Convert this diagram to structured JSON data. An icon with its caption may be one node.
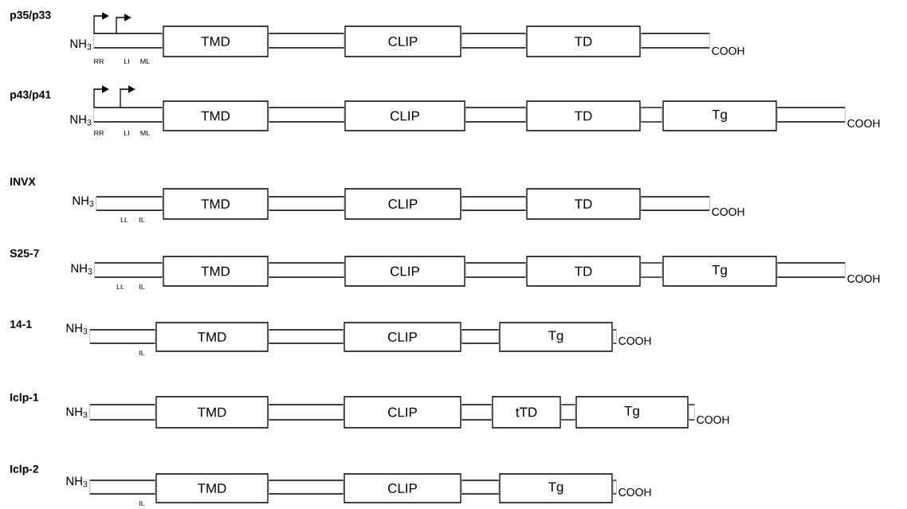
{
  "diagram": {
    "nodes": [
      {
        "text": [
          "NH$_{3}$"
        ]
      },
      {
        "text": [
          "TMD"
        ]
      },
      {
        "text": [
          "CLIP"
        ]
      },
      {
        "text": [
          "TD"
        ]
      },
      {
        "text": [
          "COOH"
        ]
      },
      {
        "text": [
          "NH$_{3}$"
        ]
      },
      {
        "text": [
          "TMD"
        ]
      },
      {
        "text": [
          "CLIP"
        ]
      },
      {
        "text": [
          "TD"
        ]
      },
      {
        "text": [
          "Tg"
        ]
      },
      {
        "text": [
          "COOH"
        ]
      },
      {
        "text": [
          "NH$_{3}$"
        ]
      },
      {
        "text": [
          "TMD"
        ]
      },
      {
        "text": [
          "CLIP"
        ]
      },
      {
        "text": [
          "TD"
        ]
      },
      {
        "text": [
          "COOH"
        ]
      },
      {
        "text": [
          "NH$_{3}$"
        ]
      },
      {
        "text": [
          "TMD"
        ]
      },
      {
        "text": [
          "CLIP"
        ]
      },
      {
        "text": [
          "TD"
        ]
      },
      {
        "text": [
          "Tg"
        ]
      },
      {
        "text": [
          "COOH"
        ]
      },
      {
        "text": [
          "NH$_{3}$"
        ]
      },
      {
        "text": [
          "TMD"
        ]
      },
      {
        "text": [
          "CLIP"
        ]
      },
      {
        "text": [
          "Tg"
        ]
      },
      {
        "text": [
          "COOH"
        ]
      },
      {
        "text": [
          "NH$_{3}$"
        ]
      },
      {
        "text": [
          "TMD"
        ]
      },
      {
        "text": [
          "CLIP"
        ]
      },
      {
        "text": [
          "tTD"
        ]
      },
      {
        "text": [
          "Tg"
        ]
      },
      {
        "text": [
          "COOH"
        ]
      },
      {
        "text": [
          "NH$_{3}$"
        ]
      },
      {
        "text": [
          "TMD"
        ]
      },
      {
        "text": [
          "CLIP"
        ]
      },
      {
        "text": [
          "Tg"
        ]
      },
      {
        "text": [
          "COOH"
        ]
      }
    ],
    "edges": [
      {
        "from": 0,
        "to": 1,
        "arrow": "none"
      },
      {
        "from": 1,
        "to": 2,
        "arrow": "none"
      },
      {
        "from": 2,
        "to": 3,
        "arrow": "none"
      },
      {
        "from": 3,
        "to": 4,
        "arrow": "none"
      },
      {
        "from": 5,
        "to": 6,
        "arrow": "none"
      },
      {
        "from": 6,
        "to": 7,
        "arrow": "none"
      },
      {
        "from": 7,
        "to": 8,
        "arrow": "none"
      },
      {
        "from": 8,
        "to": 9,
        "arrow": "none"
      },
      {
        "from": 9,
        "to": 10,
        "arrow": "none"
      },
      {
        "from": 11,
        "to": 12,
        "arrow": "none"
      },
      {
        "from": 12,
        "to": 13,
        "arrow": "none"
      },
      {
        "from": 13,
        "to": 14,
        "arrow": "none"
      },
      {
        "from": 14,
        "to": 15,
        "arrow": "none"
      },
      {
        "from": 16,
        "to": 17,
        "arrow": "none"
      },
      {
        "from": 17,
        "to": 18,
        "arrow": "none"
      },
      {
        "from": 18,
        "to": 19,
        "arrow": "none"
      },
      {
        "from": 19,
        "to": 20,
        "arrow": "none"
      },
      {
        "from": 20,
        "to": 21,
        "arrow": "none"
      },
      {
        "from": 22,
        "to": 23,
        "arrow": "none"
      },
      {
        "from": 23,
        "to": 24,
        "arrow": "none"
      },
      {
        "from": 24,
        "to": 25,
        "arrow": "none"
      },
      {
        "from": 25,
        "to": 26,
        "arrow": "none"
      },
      {
        "from": 27,
        "to": 28,
        "arrow": "none"
      },
      {
        "from": 28,
        "to": 29,
        "arrow": "none"
      },
      {
        "from": 29,
        "to": 30,
        "arrow": "none"
      },
      {
        "from": 30,
        "to": 31,
        "arrow": "none"
      },
      {
        "from": 31,
        "to": 32,
        "arrow": "none"
      },
      {
        "from": 33,
        "to": 34,
        "arrow": "none"
      },
      {
        "from": 34,
        "to": 35,
        "arrow": "none"
      },
      {
        "from": 35,
        "to": 36,
        "arrow": "none"
      },
      {
        "from": 36,
        "to": 37,
        "arrow": "none"
      }
    ],
    "labels": [
      "p35/p33",
      "RR",
      "LI",
      "ML",
      "p43/p41",
      "RR",
      "LI",
      "ML",
      "INVX",
      "LL",
      "IL",
      "S25-7",
      "LL",
      "IL",
      "14-1",
      "IL",
      "Iclp-1",
      "Iclp-2",
      "IL"
    ]
  }
}
